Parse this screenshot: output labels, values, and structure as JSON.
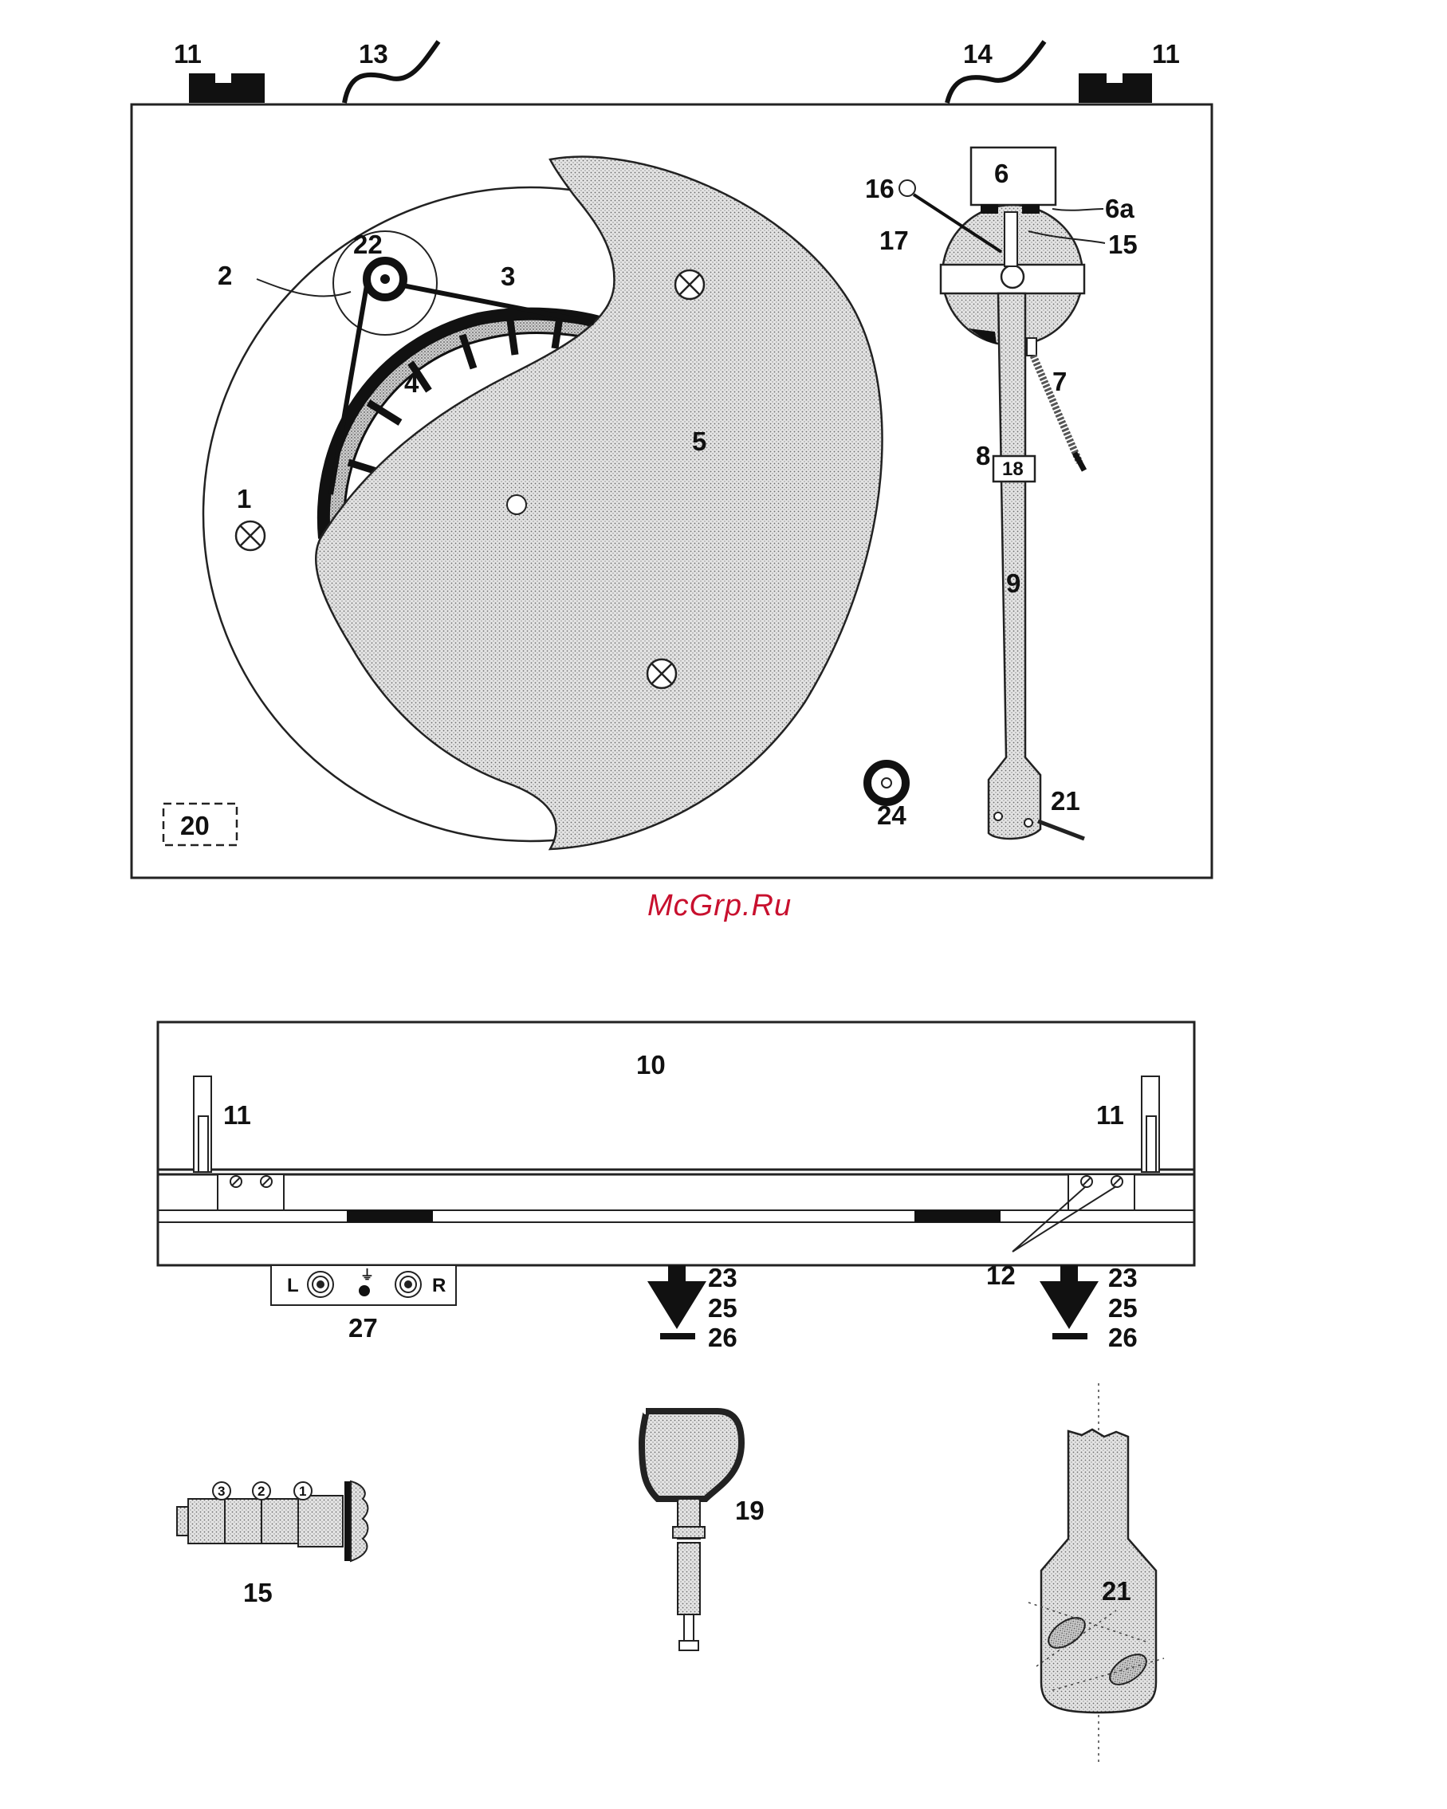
{
  "watermark": "McGrp.Ru",
  "top_view": {
    "labels": {
      "feet_left": "11",
      "feet_right": "11",
      "cable_13": "13",
      "cable_14": "14",
      "screw_1": "1",
      "motor_2": "2",
      "belt_3": "3",
      "subplatter_4": "4",
      "platter_5": "5",
      "counterweight_6": "6",
      "anti_skate_6a": "6a",
      "lift_7": "7",
      "arm_8": "8",
      "arm_tube_9": "9",
      "anti_skate_weight_16": "16",
      "pivot_17": "17",
      "vta_15": "15",
      "headshell_21": "21",
      "pulley_22": "22",
      "adapter_24": "24",
      "clip_18": "18",
      "box_20": "20"
    }
  },
  "side_view": {
    "labels": {
      "cover_10": "10",
      "hinge_left_11": "11",
      "hinge_right_11": "11",
      "screws_12": "12",
      "outputs_27": "27",
      "out_left": "L",
      "out_right": "R",
      "foot_left_23": "23",
      "foot_left_25": "25",
      "foot_left_26": "26",
      "foot_right_23": "23",
      "foot_right_25": "25",
      "foot_right_26": "26"
    }
  },
  "details": {
    "weight_15": {
      "label": "15",
      "markers": [
        "3",
        "2",
        "1"
      ]
    },
    "key_19": {
      "label": "19"
    },
    "headshell_21": {
      "label": "21"
    }
  }
}
